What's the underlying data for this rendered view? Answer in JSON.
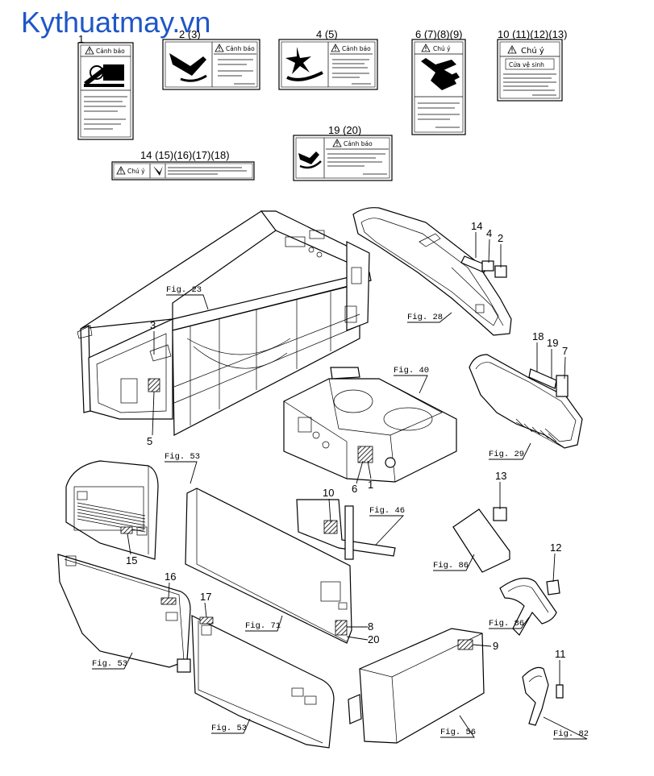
{
  "brand": "Kythuatmay.vn",
  "labels": {
    "l1": {
      "num": "1",
      "title": "Cảnh báo"
    },
    "l2": {
      "num": "2 (3)",
      "title": "Cảnh báo"
    },
    "l4": {
      "num": "4 (5)",
      "title": "Cảnh báo"
    },
    "l6": {
      "num": "6 (7)(8)(9)",
      "title": "Chú ý"
    },
    "l10": {
      "num": "10 (11)(12)(13)",
      "title": "Chú ý",
      "subtitle": "Cửa vệ sinh"
    },
    "l14": {
      "num": "14 (15)(16)(17)(18)",
      "title": "Chú ý"
    },
    "l19": {
      "num": "19 (20)",
      "title": "Cảnh báo"
    }
  },
  "figs": {
    "f23": "Fig. 23",
    "f28": "Fig. 28",
    "f29": "Fig. 29",
    "f40": "Fig. 40",
    "f46": "Fig. 46",
    "f53a": "Fig. 53",
    "f53b": "Fig. 53",
    "f53c": "Fig. 53",
    "f56": "Fig. 56",
    "f71": "Fig. 71",
    "f82": "Fig. 82",
    "f86a": "Fig. 86",
    "f86b": "Fig. 86"
  },
  "callouts": {
    "c1": "1",
    "c2": "2",
    "c3": "3",
    "c4": "4",
    "c5": "5",
    "c6": "6",
    "c7": "7",
    "c8": "8",
    "c9": "9",
    "c10": "10",
    "c11": "11",
    "c12": "12",
    "c13": "13",
    "c14": "14",
    "c15": "15",
    "c16": "16",
    "c17": "17",
    "c18": "18",
    "c19": "19",
    "c20": "20"
  }
}
